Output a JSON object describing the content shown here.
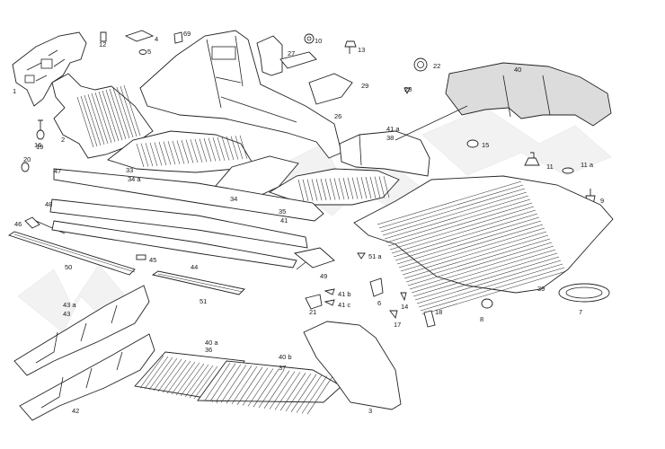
{
  "diagram": {
    "callouts": [
      {
        "id": "c1",
        "text": "1"
      },
      {
        "id": "c2",
        "text": "2"
      },
      {
        "id": "c3",
        "text": "3"
      },
      {
        "id": "c4",
        "text": "4"
      },
      {
        "id": "c5",
        "text": "5"
      },
      {
        "id": "c6",
        "text": "6"
      },
      {
        "id": "c7",
        "text": "7"
      },
      {
        "id": "c8",
        "text": "8"
      },
      {
        "id": "c9",
        "text": "9"
      },
      {
        "id": "c10",
        "text": "10"
      },
      {
        "id": "c11",
        "text": "11"
      },
      {
        "id": "c11a",
        "text": "11 a"
      },
      {
        "id": "c12",
        "text": "12"
      },
      {
        "id": "c13",
        "text": "13"
      },
      {
        "id": "c14",
        "text": "14"
      },
      {
        "id": "c15",
        "text": "15"
      },
      {
        "id": "c16",
        "text": "16"
      },
      {
        "id": "c17",
        "text": "17"
      },
      {
        "id": "c18",
        "text": "18"
      },
      {
        "id": "c19",
        "text": "19"
      },
      {
        "id": "c20",
        "text": "20"
      },
      {
        "id": "c21",
        "text": "21"
      },
      {
        "id": "c22",
        "text": "22"
      },
      {
        "id": "c26",
        "text": "26"
      },
      {
        "id": "c27",
        "text": "27"
      },
      {
        "id": "c28",
        "text": "28"
      },
      {
        "id": "c29",
        "text": "29"
      },
      {
        "id": "c33",
        "text": "33"
      },
      {
        "id": "c34a",
        "text": "34 a"
      },
      {
        "id": "c34",
        "text": "34"
      },
      {
        "id": "c35",
        "text": "35"
      },
      {
        "id": "c41",
        "text": "41"
      },
      {
        "id": "c41a",
        "text": "41 a"
      },
      {
        "id": "c38",
        "text": "38"
      },
      {
        "id": "c39",
        "text": "39"
      },
      {
        "id": "c40",
        "text": "40"
      },
      {
        "id": "c40a",
        "text": "40 a"
      },
      {
        "id": "c36",
        "text": "36"
      },
      {
        "id": "c40b",
        "text": "40 b"
      },
      {
        "id": "c37",
        "text": "37"
      },
      {
        "id": "c41b",
        "text": "41 b"
      },
      {
        "id": "c41c",
        "text": "41 c"
      },
      {
        "id": "c42",
        "text": "42"
      },
      {
        "id": "c43a",
        "text": "43 a"
      },
      {
        "id": "c43",
        "text": "43"
      },
      {
        "id": "c44",
        "text": "44"
      },
      {
        "id": "c45",
        "text": "45"
      },
      {
        "id": "c46",
        "text": "46"
      },
      {
        "id": "c47",
        "text": "47"
      },
      {
        "id": "c48",
        "text": "48"
      },
      {
        "id": "c49",
        "text": "49"
      },
      {
        "id": "c50",
        "text": "50"
      },
      {
        "id": "c51",
        "text": "51"
      },
      {
        "id": "c51a",
        "text": "51 a"
      },
      {
        "id": "c69",
        "text": "69"
      }
    ]
  }
}
